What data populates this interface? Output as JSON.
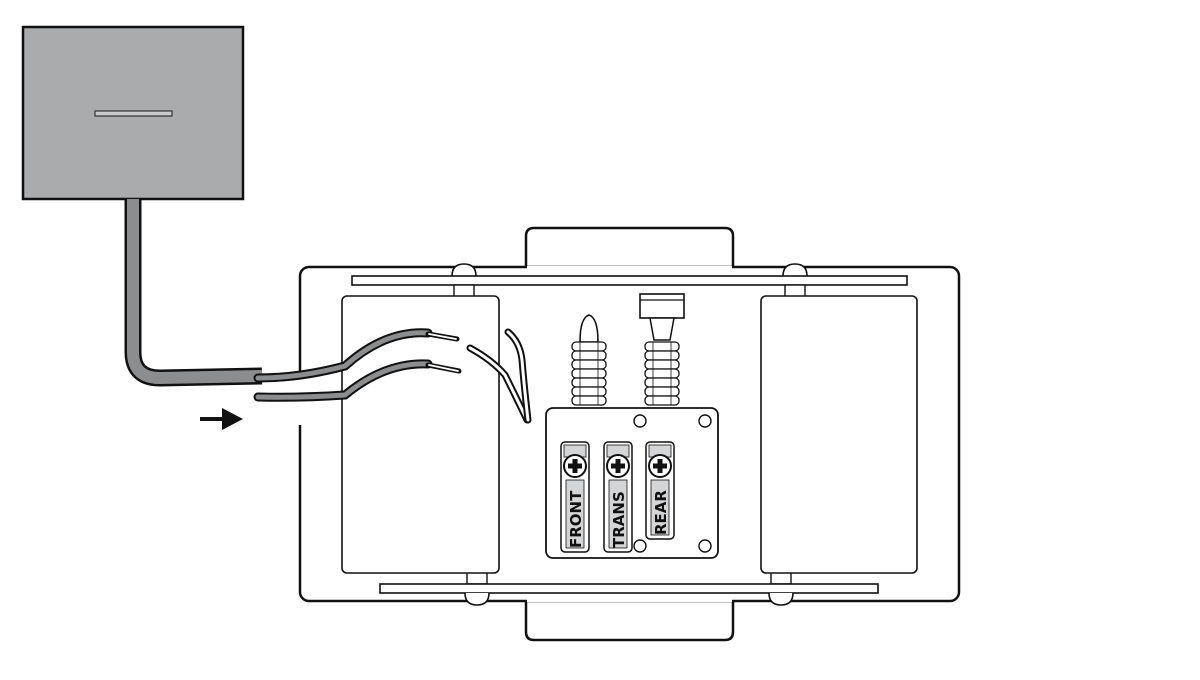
{
  "diagram": {
    "terminals": [
      {
        "label": "FRONT"
      },
      {
        "label": "TRANS"
      },
      {
        "label": "REAR"
      }
    ]
  },
  "colors": {
    "transformer_fill": "#a9abac",
    "outline": "#111111",
    "wire_fill": "#8c8d8e",
    "background": "#ffffff"
  },
  "icons": [
    "arrow-right-icon",
    "screw-plus-icon"
  ]
}
